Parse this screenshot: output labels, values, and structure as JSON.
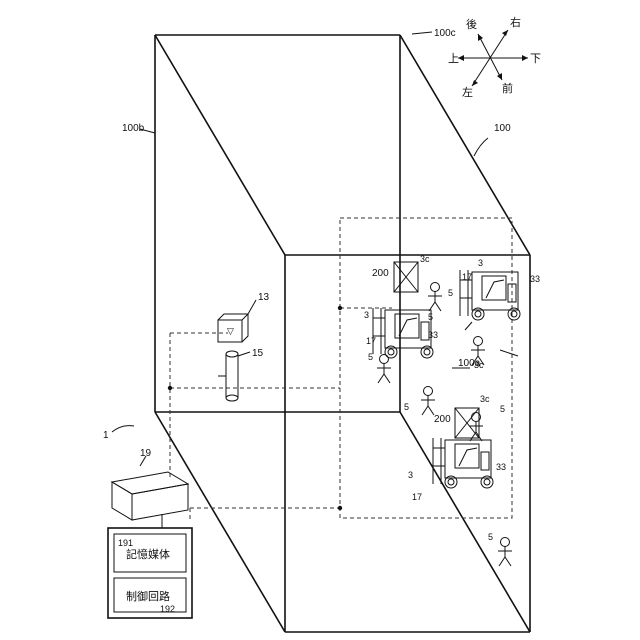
{
  "labels": {
    "system": "1",
    "room": "100",
    "floor": "100a",
    "wall_side": "100b",
    "wall_back": "100c",
    "worker": "5",
    "tag": "3",
    "forklift": "17",
    "antenna": "33",
    "receiver": "3c",
    "shelf": "200",
    "device_13": "13",
    "device_15": "15",
    "controller": "19",
    "storage_num": "191",
    "circuit_num": "192"
  },
  "controller_box": {
    "storage_text": "記憶媒体",
    "circuit_text": "制御回路"
  },
  "compass": {
    "up": "上",
    "down": "下",
    "left": "左",
    "right": "右",
    "front": "前",
    "back": "後"
  }
}
